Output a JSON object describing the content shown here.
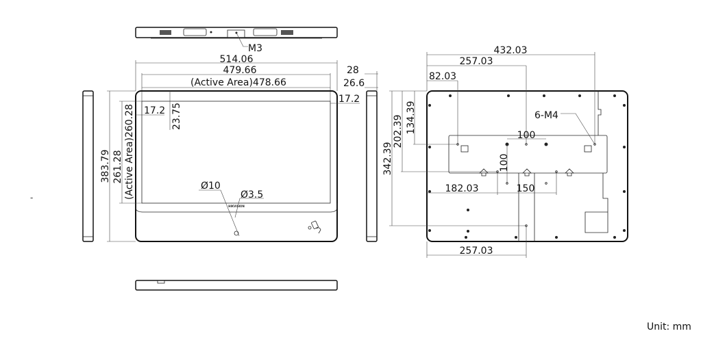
{
  "front_view": {
    "thread_label": "M3",
    "overall_width": "514.06",
    "screen_width": "479.66",
    "active_width": "(Active Area)478.66",
    "overall_height": "383.79",
    "screen_height": "261.28",
    "active_height": "(Active Area)260.28",
    "left_bezel": "17.2",
    "top_bezel": "23.75",
    "right_bezel": "17.2",
    "depth_total": "28",
    "depth_body": "26.6",
    "button_diameter": "Ø10",
    "hole_diameter": "Ø3.5",
    "logo": "HIKVISION"
  },
  "rear_view": {
    "total_width": "432.03",
    "center_offset": "257.03",
    "left_offset": "82.03",
    "screw_label": "6-M4",
    "vesa_h": "100",
    "vesa_v": "100",
    "bottom_left_offset": "182.03",
    "bottom_spacing": "150",
    "bottom_offset": "257.03",
    "height_total": "342.39",
    "height_mid": "202.39",
    "height_top": "134.39"
  },
  "unit_label": "Unit: mm",
  "stray_mark": "-"
}
